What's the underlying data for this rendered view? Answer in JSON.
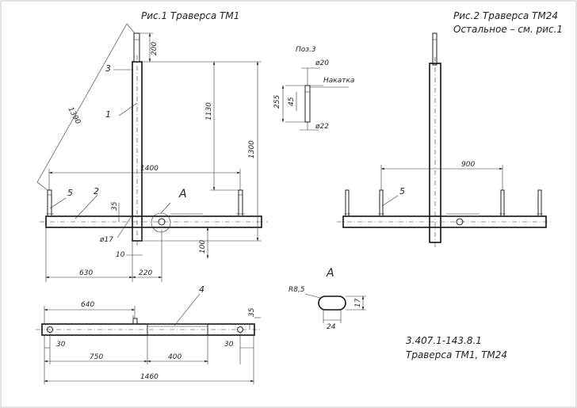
{
  "fig1_title": "Рис.1  Траверса ТМ1",
  "fig2_title": "Рис.2  Траверса ТМ24",
  "fig2_subtitle": "Остальное – см. рис.1",
  "pos3_label": "Поз.3",
  "knurl_label": "Накатка",
  "doc_code": "3.407.1-143.8.1",
  "doc_title": "Траверса ТМ1, ТМ24",
  "view_label_a": "А",
  "detail_title_a": "А",
  "part_numbers": {
    "p1": "1",
    "p2": "2",
    "p3": "3",
    "p4": "4",
    "p5": "5",
    "p5b": "5"
  },
  "dims": {
    "d1390": "1390",
    "d200": "200",
    "d1130": "1130",
    "d1300": "1300",
    "d1400": "1400",
    "d35a": "35",
    "d17": "ø17",
    "d10": "10",
    "d100": "100",
    "d630": "630",
    "d220": "220",
    "d640": "640",
    "d35b": "35",
    "d30a": "30",
    "d30b": "30",
    "d750": "750",
    "d400": "400",
    "d1460": "1460",
    "d20": "ø20",
    "d255": "255",
    "d45": "45",
    "d22": "ø22",
    "d900": "900",
    "r85": "R8,5",
    "d24": "24",
    "d17b": "17"
  }
}
